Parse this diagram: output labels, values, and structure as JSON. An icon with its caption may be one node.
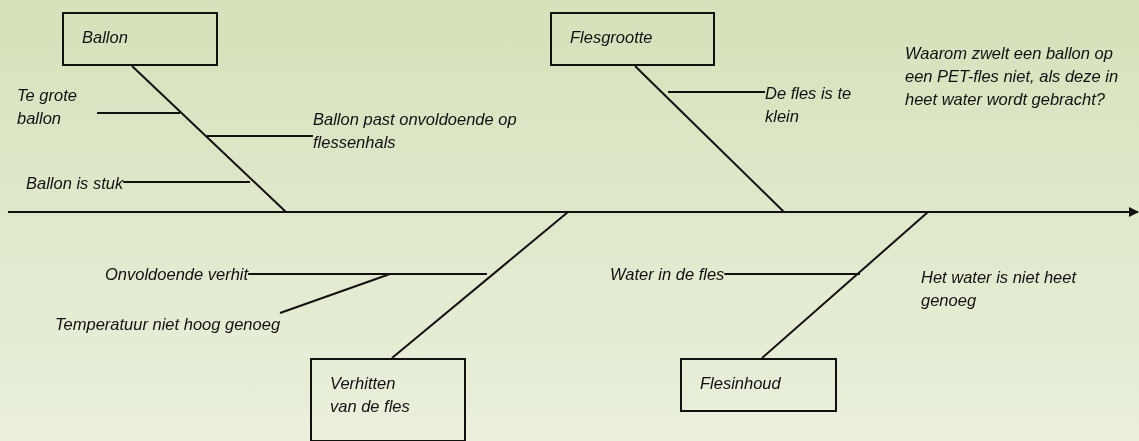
{
  "diagram": {
    "nodes": [
      {
        "text": [
          "Ballon"
        ]
      },
      {
        "text": [
          "Te grote ballon"
        ]
      },
      {
        "text": [
          "Ballon past onvoldoende op flessenhals"
        ]
      },
      {
        "text": [
          "Ballon is stuk"
        ]
      },
      {
        "text": [
          "Flesgrootte"
        ]
      },
      {
        "text": [
          "De fles is te klein"
        ]
      },
      {
        "text": [
          "Waarom zwelt een ballon op een PET-fles niet, als deze in heet water wordt gebracht?"
        ]
      },
      {
        "text": [
          "Onvoldoende verhit"
        ]
      },
      {
        "text": [
          "Temperatuur niet hoog genoeg"
        ]
      },
      {
        "text": [
          "Verhitten van de fles"
        ]
      },
      {
        "text": [
          "Water in de fles"
        ]
      },
      {
        "text": [
          "Flesinhoud"
        ]
      }
    ],
    "edges": [
      {
        "from": 0,
        "to": null,
        "arrow": "none"
      },
      {
        "from": 1,
        "to": null,
        "arrow": "none"
      },
      {
        "from": 2,
        "to": null,
        "arrow": "none"
      },
      {
        "from": 3,
        "to": null,
        "arrow": "none"
      },
      {
        "from": 4,
        "to": null,
        "arrow": "none"
      },
      {
        "from": 5,
        "to": null,
        "arrow": "none"
      },
      {
        "from": 7,
        "to": null,
        "arrow": "none"
      },
      {
        "from": 8,
        "to": null,
        "arrow": "none"
      },
      {
        "from": 9,
        "to": null,
        "arrow": "none"
      },
      {
        "from": 10,
        "to": null,
        "arrow": "none"
      },
      {
        "from": 11,
        "to": null,
        "arrow": "none"
      }
    ],
    "labels": [
      "Het water is niet heet genoeg"
    ]
  }
}
